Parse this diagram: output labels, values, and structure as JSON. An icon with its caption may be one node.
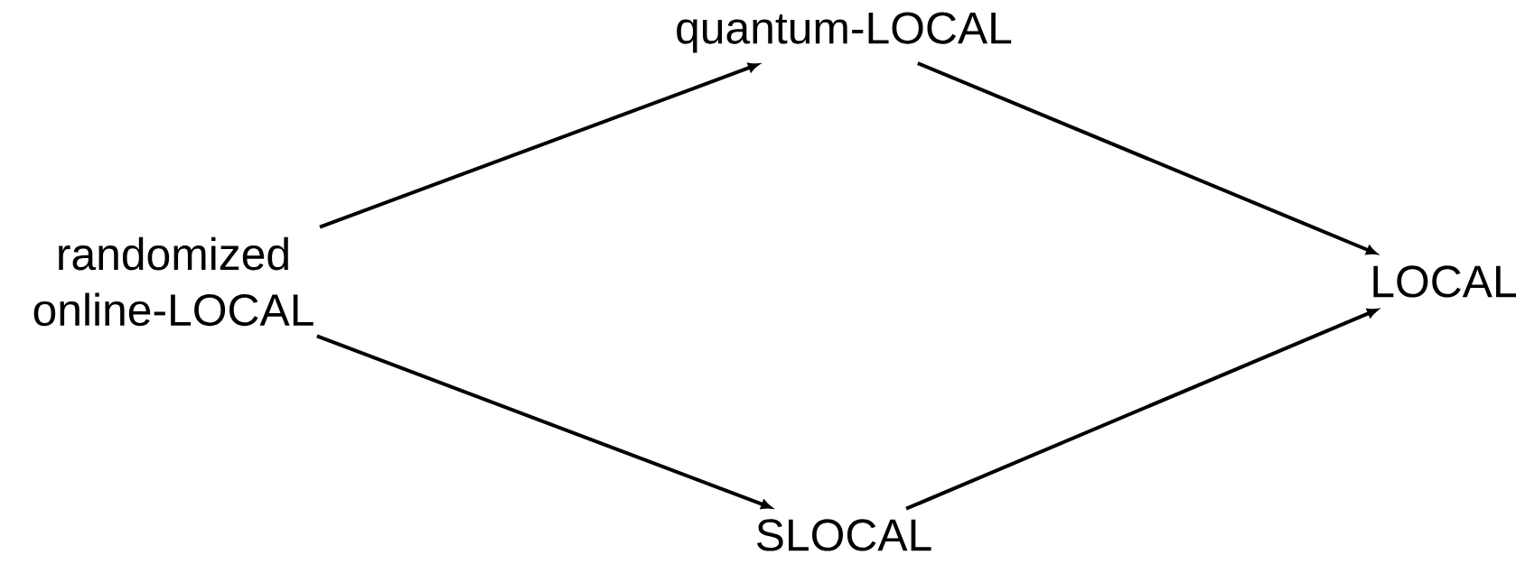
{
  "diagram": {
    "nodes": [
      {
        "text": [
          "randomized online-LOCAL"
        ]
      },
      {
        "text": [
          "quantum-LOCAL"
        ]
      },
      {
        "text": [
          "SLOCAL"
        ]
      },
      {
        "text": [
          "LOCAL"
        ]
      }
    ],
    "edges": [
      {
        "from": 0,
        "to": 1,
        "arrow": "to"
      },
      {
        "from": 1,
        "to": 3,
        "arrow": "to"
      },
      {
        "from": 0,
        "to": 2,
        "arrow": "to"
      },
      {
        "from": 2,
        "to": 3,
        "arrow": "to"
      }
    ]
  }
}
